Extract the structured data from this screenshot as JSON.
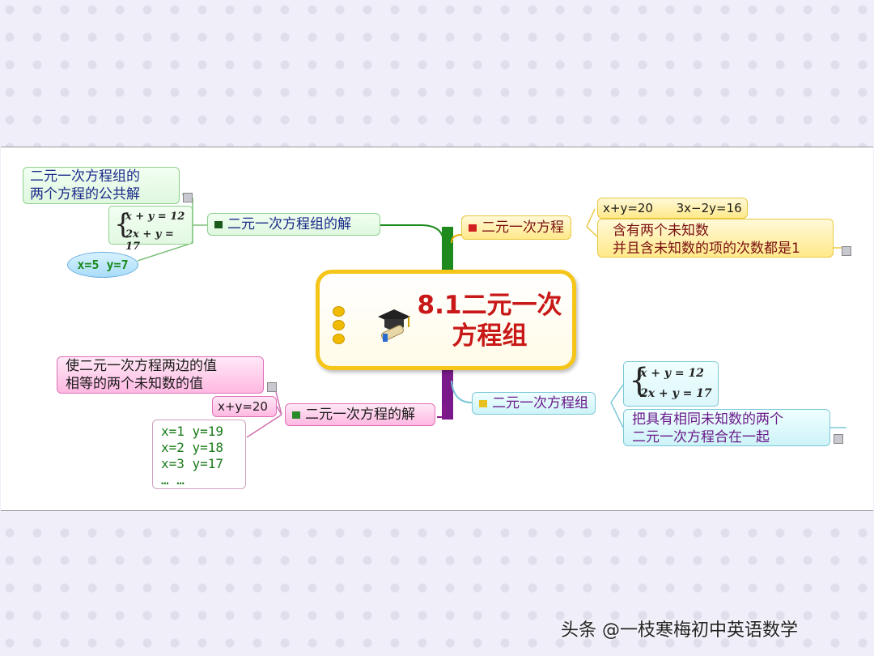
{
  "center": {
    "title": "8.1二元一次方程组",
    "icon": "graduation-cap-icon"
  },
  "branches": {
    "top_right": {
      "label": "二元一次方程",
      "example": "x+y=20      3x−2y=16",
      "definition_line1": "含有两个未知数",
      "definition_line2": "并且含未知数的项的次数都是1"
    },
    "bottom_right": {
      "label": "二元一次方程组",
      "system_line1": "x + y = 12",
      "system_line2": "2x + y = 17",
      "definition_line1": "把具有相同未知数的两个",
      "definition_line2": "二元一次方程合在一起"
    },
    "top_left": {
      "label": "二元一次方程组的解",
      "definition_line1": "二元一次方程组的",
      "definition_line2": "两个方程的公共解",
      "system_line1": "x + y = 12",
      "system_line2": "2x + y = 17",
      "answer": "x=5  y=7"
    },
    "bottom_left": {
      "label": "二元一次方程的解",
      "definition_line1": "使二元一次方程两边的值",
      "definition_line2": "相等的两个未知数的值",
      "equation": "x+y=20",
      "solutions": [
        "x=1  y=19",
        "x=2  y=18",
        "x=3  y=17",
        "… …"
      ]
    }
  },
  "watermark": "头条 @一枝寒梅初中英语数学",
  "colors": {
    "trunk_top": "#1e8a1e",
    "trunk_bottom": "#7a1a8a",
    "center_border": "#f5c518",
    "title": "#c81818"
  }
}
